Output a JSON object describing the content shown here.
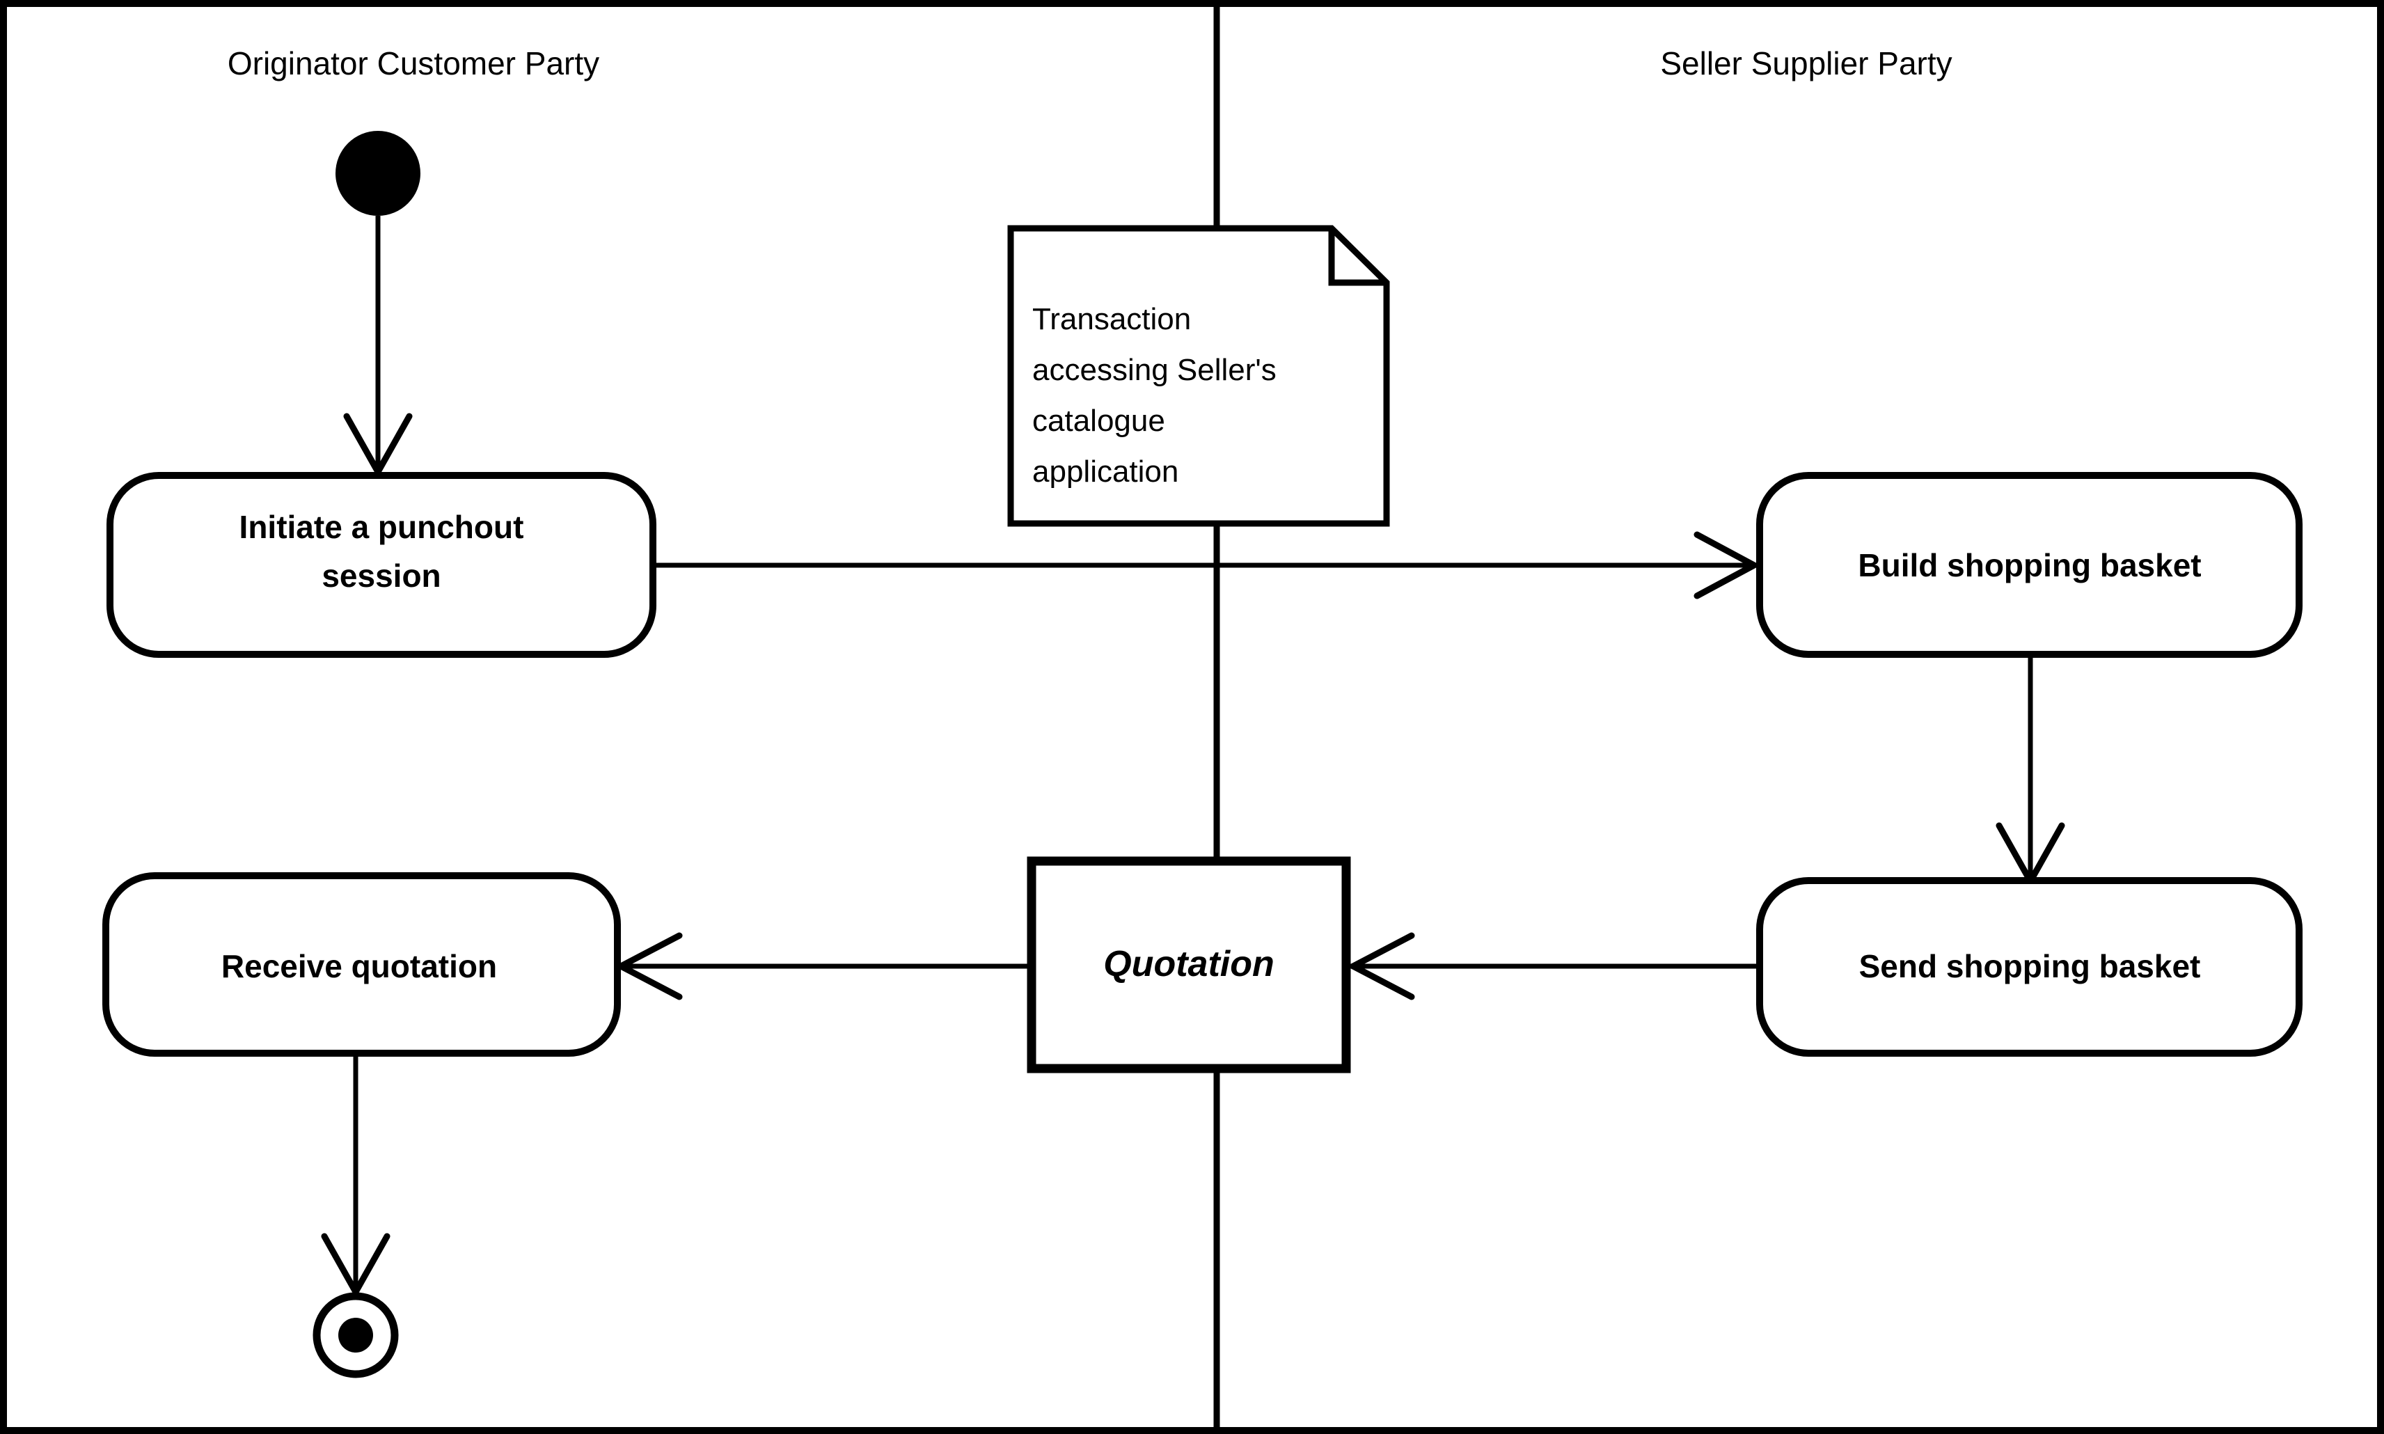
{
  "diagram": {
    "type": "uml-activity-diagram",
    "border_color": "#000000",
    "background_color": "#ffffff",
    "line_color": "#000000"
  },
  "swimlanes": [
    {
      "id": "originator",
      "title": "Originator Customer Party"
    },
    {
      "id": "seller",
      "title": "Seller Supplier Party"
    }
  ],
  "nodes": {
    "initial": {
      "kind": "initial-node",
      "label": ""
    },
    "initiate": {
      "kind": "action",
      "lane": "originator",
      "line1": "Initiate a punchout",
      "line2": "session"
    },
    "build": {
      "kind": "action",
      "lane": "seller",
      "line1": "Build shopping basket",
      "line2": ""
    },
    "send": {
      "kind": "action",
      "lane": "seller",
      "line1": "Send shopping basket",
      "line2": ""
    },
    "receive": {
      "kind": "action",
      "lane": "originator",
      "line1": "Receive quotation",
      "line2": ""
    },
    "quotation": {
      "kind": "object-node",
      "label": "Quotation"
    },
    "final": {
      "kind": "final-node",
      "label": ""
    }
  },
  "note": {
    "kind": "comment-note",
    "lines": [
      "Transaction",
      "accessing Seller's",
      "catalogue",
      "application"
    ]
  },
  "flows": [
    {
      "from": "initial",
      "to": "initiate",
      "direction": "down"
    },
    {
      "from": "initiate",
      "to": "build",
      "direction": "right"
    },
    {
      "from": "build",
      "to": "send",
      "direction": "down"
    },
    {
      "from": "send",
      "to": "quotation",
      "direction": "left"
    },
    {
      "from": "quotation",
      "to": "receive",
      "direction": "left"
    },
    {
      "from": "receive",
      "to": "final",
      "direction": "down"
    }
  ]
}
